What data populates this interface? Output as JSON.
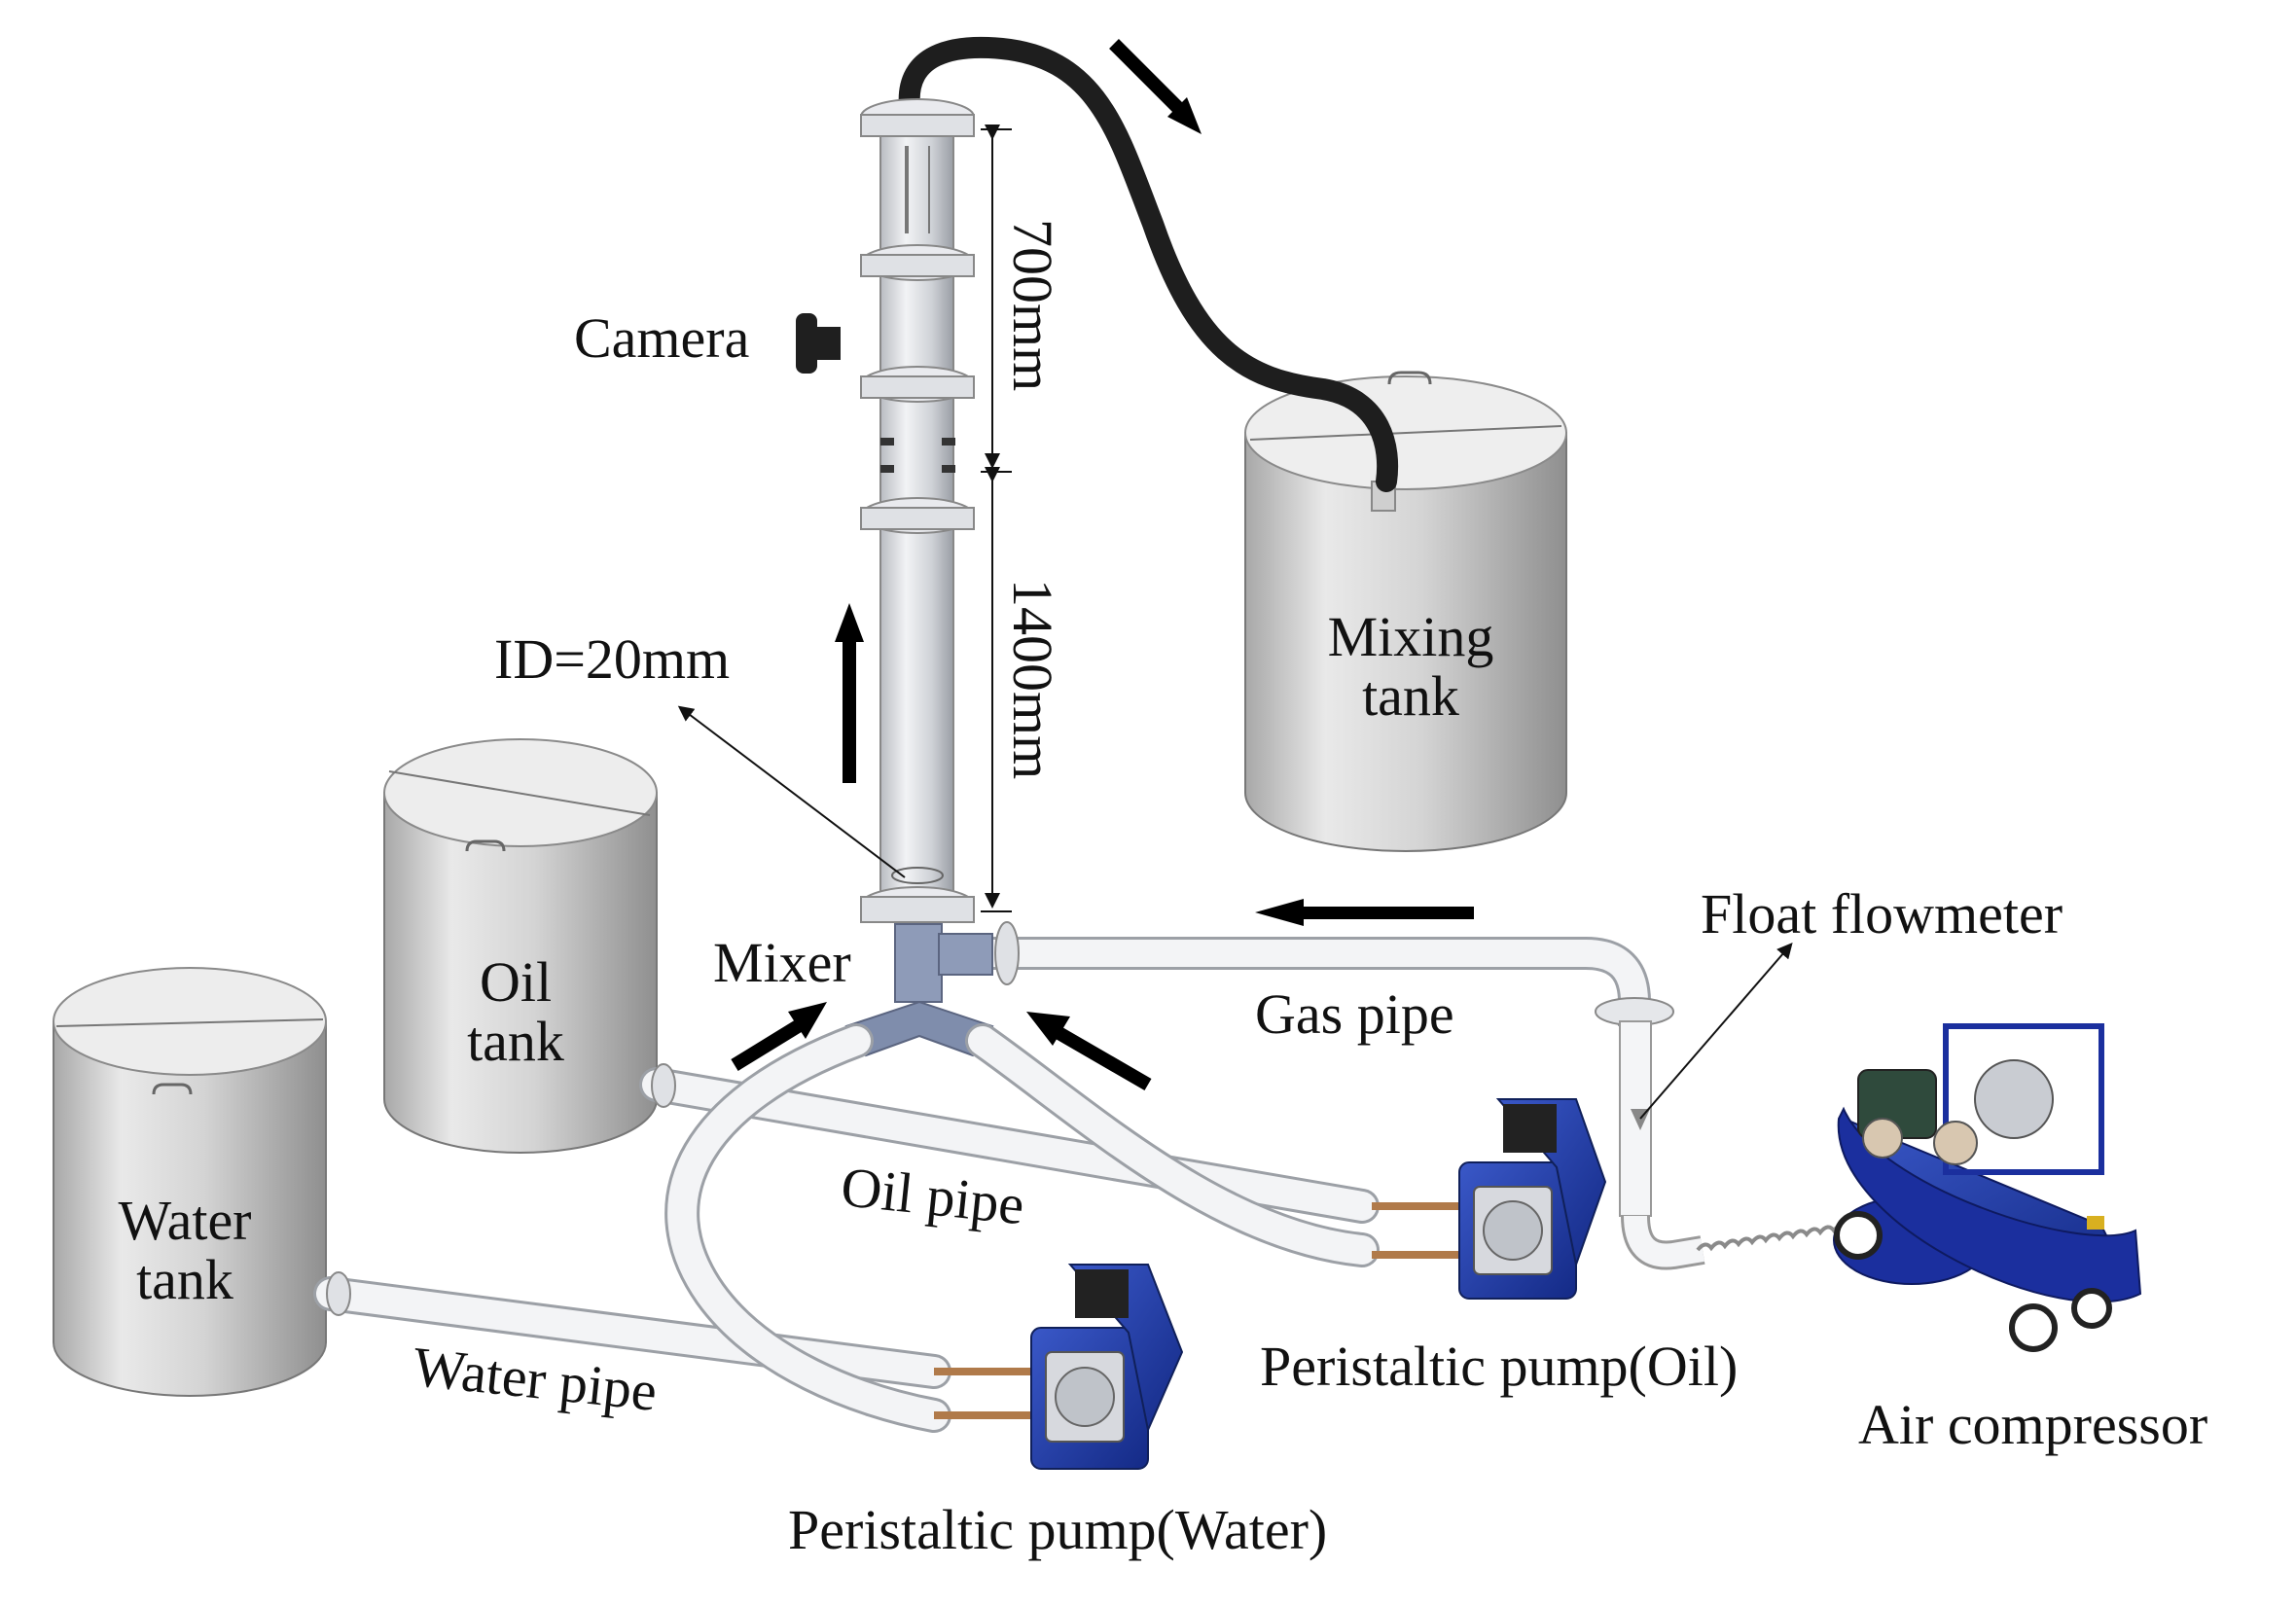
{
  "labels": {
    "camera": "Camera",
    "dim_700": "700mm",
    "dim_1400": "1400mm",
    "inner_diameter": "ID=20mm",
    "mixing_tank": "Mixing tank",
    "mixing_tank_line1": "Mixing",
    "mixing_tank_line2": "tank",
    "oil_tank_line1": "Oil",
    "oil_tank_line2": "tank",
    "water_tank_line1": "Water",
    "water_tank_line2": "tank",
    "mixer": "Mixer",
    "float_flowmeter": "Float flowmeter",
    "gas_pipe": "Gas pipe",
    "oil_pipe": "Oil pipe",
    "water_pipe": "Water pipe",
    "pump_oil": "Peristaltic pump(Oil)",
    "pump_water": "Peristaltic pump(Water)",
    "air_compressor": "Air compressor"
  },
  "colors": {
    "tank_light": "#f2f2f2",
    "tank_mid": "#c9c9c9",
    "tank_dark": "#8e8e8e",
    "pipe_white": "#f4f5f7",
    "pipe_outline": "#a9adb3",
    "hose_black": "#1e1e1e",
    "mixer_blue": "#8e9bb8",
    "pump_blue": "#1f3da8",
    "compressor_blue": "#1b2f9e",
    "copper": "#b07a4a",
    "arrow": "#000000"
  }
}
